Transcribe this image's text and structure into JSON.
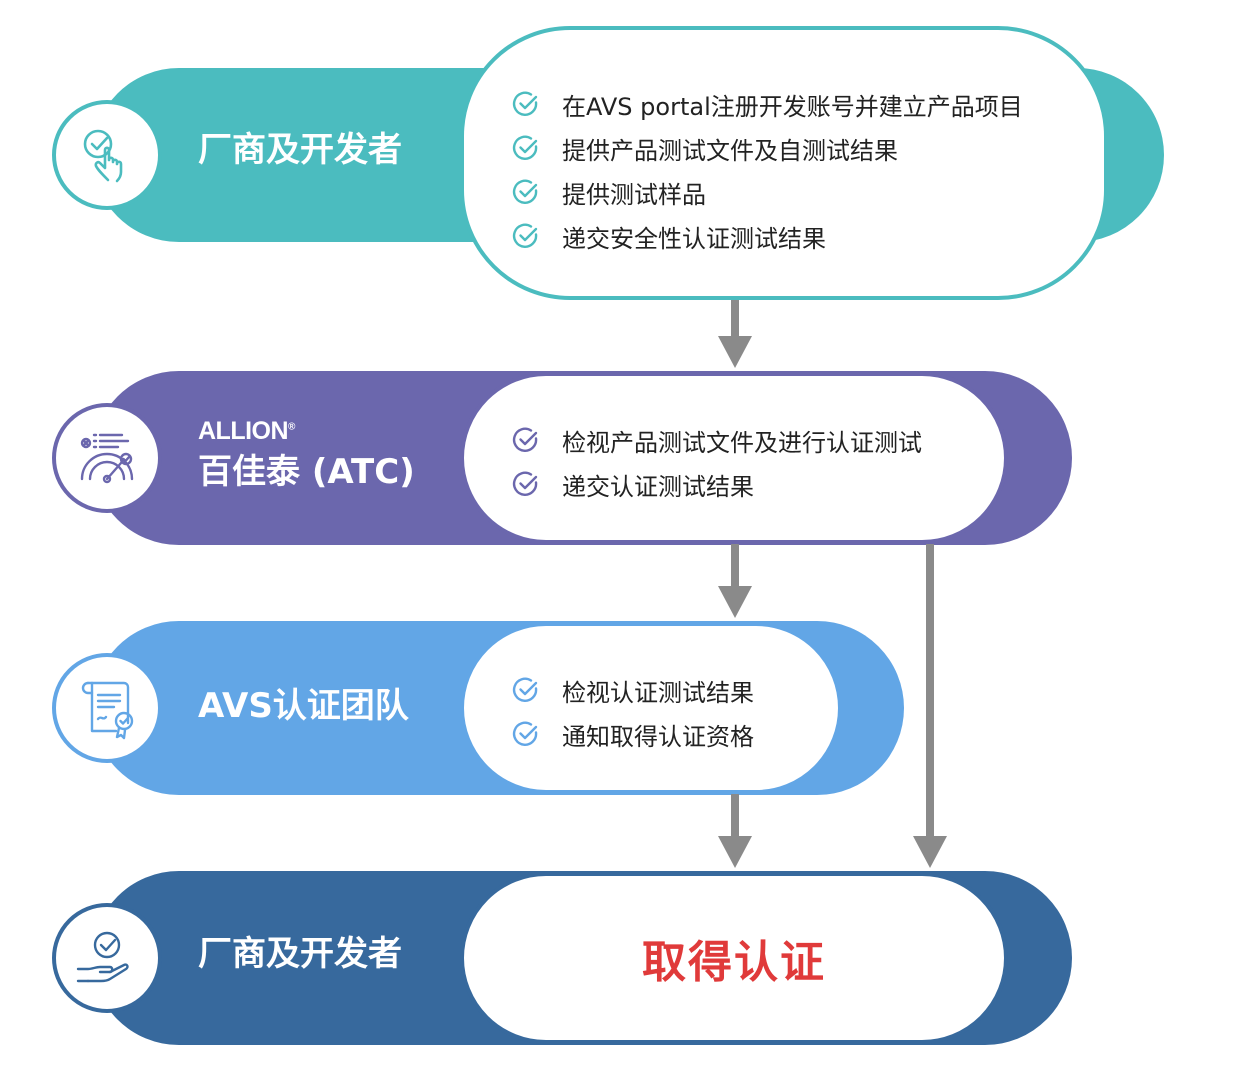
{
  "colors": {
    "teal": "#4bbcbf",
    "purple": "#6b67ad",
    "light_blue": "#62a6e6",
    "navy": "#37699d",
    "arrow": "#8a8a8a",
    "result": "#e03a3a"
  },
  "stages": [
    {
      "actor": "厂商及开发者",
      "icon": "hand-tap-check-icon",
      "items": [
        "在AVS portal注册开发账号并建立产品项目",
        "提供产品测试文件及自测试结果",
        "提供测试样品",
        "递交安全性认证测试结果"
      ]
    },
    {
      "brand": "ALLION",
      "brand_mark": "®",
      "actor": "百佳泰 (ATC)",
      "icon": "test-gauge-icon",
      "items": [
        "检视产品测试文件及进行认证测试",
        "递交认证测试结果"
      ]
    },
    {
      "actor": "AVS认证团队",
      "icon": "certificate-scroll-icon",
      "items": [
        "检视认证测试结果",
        "通知取得认证资格"
      ]
    },
    {
      "actor": "厂商及开发者",
      "icon": "hand-holding-check-icon",
      "result": "取得认证"
    }
  ]
}
